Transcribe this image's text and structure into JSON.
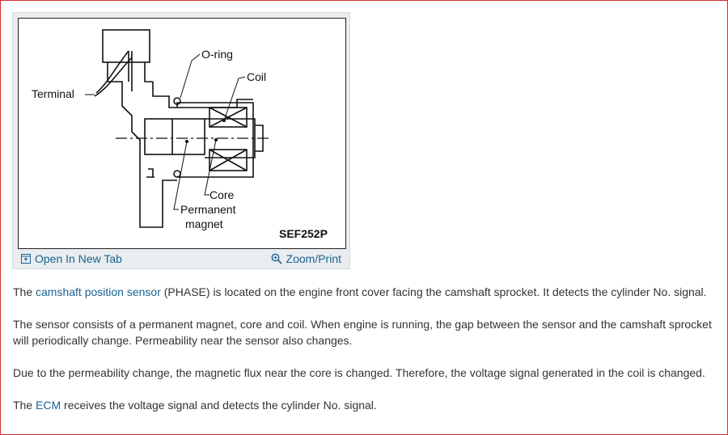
{
  "figure": {
    "labels": {
      "o_ring": "O-ring",
      "coil": "Coil",
      "terminal": "Terminal",
      "core": "Core",
      "permanent_magnet_line1": "Permanent",
      "permanent_magnet_line2": "magnet",
      "code": "SEF252P"
    },
    "open_new_tab": "Open In New Tab",
    "zoom_print": "Zoom/Print"
  },
  "paragraphs": [
    {
      "pre": "The ",
      "link": "camshaft position sensor",
      "post": " (PHASE) is located on the engine front cover facing the camshaft sprocket. It detects the cylinder No. signal."
    },
    {
      "text": "The sensor consists of a permanent magnet, core and coil. When engine is running, the gap between the sensor and the camshaft sprocket will periodically change. Permeability near the sensor also changes."
    },
    {
      "text": "Due to the permeability change, the magnetic flux near the core is changed. Therefore, the voltage signal generated in the coil is changed."
    },
    {
      "pre": "The ",
      "link": "ECM",
      "post": " receives the voltage signal and detects the cylinder No. signal."
    }
  ],
  "colors": {
    "link": "#1a6291",
    "border": "#d32f2f",
    "text": "#333333"
  }
}
